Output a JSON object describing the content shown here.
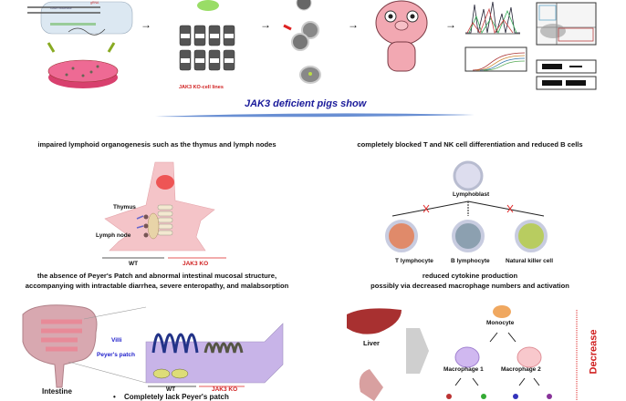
{
  "top_workflow": {
    "crispr_label": "Cas9 Nuclease",
    "grna_label": "gRNA",
    "cell_lines_label": "JAK3 KO-cell lines"
  },
  "headline": "JAK3 deficient pigs show",
  "panels": {
    "lymphoid": {
      "caption": "impaired lymphoid organogenesis such as the thymus and lymph nodes",
      "thymus_label": "Thymus",
      "lymph_node_label": "Lymph node",
      "wt_label": "WT",
      "ko_label": "JAK3 KO"
    },
    "differentiation": {
      "caption": "completely blocked T and NK cell differentiation and reduced B cells",
      "lymphoblast_label": "Lymphoblast",
      "t_label": "T lymphocyte",
      "b_label": "B lymphocyte",
      "nk_label": "Natural killer cell"
    },
    "intestine": {
      "caption_line1": "the absence of Peyer's Patch and abnormal intestinal mucosal structure,",
      "caption_line2": "accompanying with intractable diarrhea, severe enteropathy, and malabsorption",
      "villi_label": "Villi",
      "peyers_label": "Peyer's patch",
      "intestine_label": "Intestine",
      "wt_label": "WT",
      "ko_label": "JAK3 KO",
      "bullet": "Completely lack Peyer's patch"
    },
    "cytokine": {
      "caption_line1": "reduced cytokine production",
      "caption_line2": "possibly via decreased macrophage numbers and activation",
      "liver_label": "Liver",
      "monocyte_label": "Monocyte",
      "macrophage1_label": "Macrophage 1",
      "macrophage2_label": "Macrophage 2",
      "decrease_label": "Decrease"
    }
  },
  "colors": {
    "headline": "#1a1a9a",
    "ko": "#d02020",
    "pig": "#f2b6bb",
    "swoosh": "#2a5fc0"
  }
}
